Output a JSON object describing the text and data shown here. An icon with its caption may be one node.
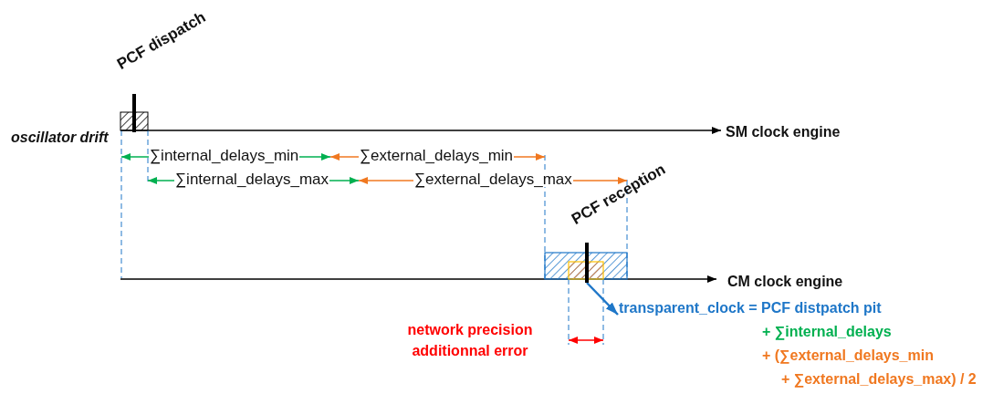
{
  "diagram": {
    "nodes": [
      {
        "text": [],
        "shape": "bar"
      },
      {
        "text": [
          "transparent_clock = PCF distpatch pit",
          "+ ∑internal_delays",
          "+ (∑external_delays_min",
          "+ ∑external_delays_max) / 2"
        ]
      }
    ],
    "edges": [
      {
        "from": 0,
        "to": 1,
        "arrow": "to",
        "color": "#1f77c8"
      }
    ],
    "labels": [
      "PCF dispatch",
      "oscillator drift",
      "SM clock engine",
      "∑internal_delays_min",
      "∑external_delays_min",
      "∑internal_delays_max",
      "∑external_delays_max",
      "PCF reception",
      "CM clock engine",
      "network precision additionnal error"
    ]
  }
}
